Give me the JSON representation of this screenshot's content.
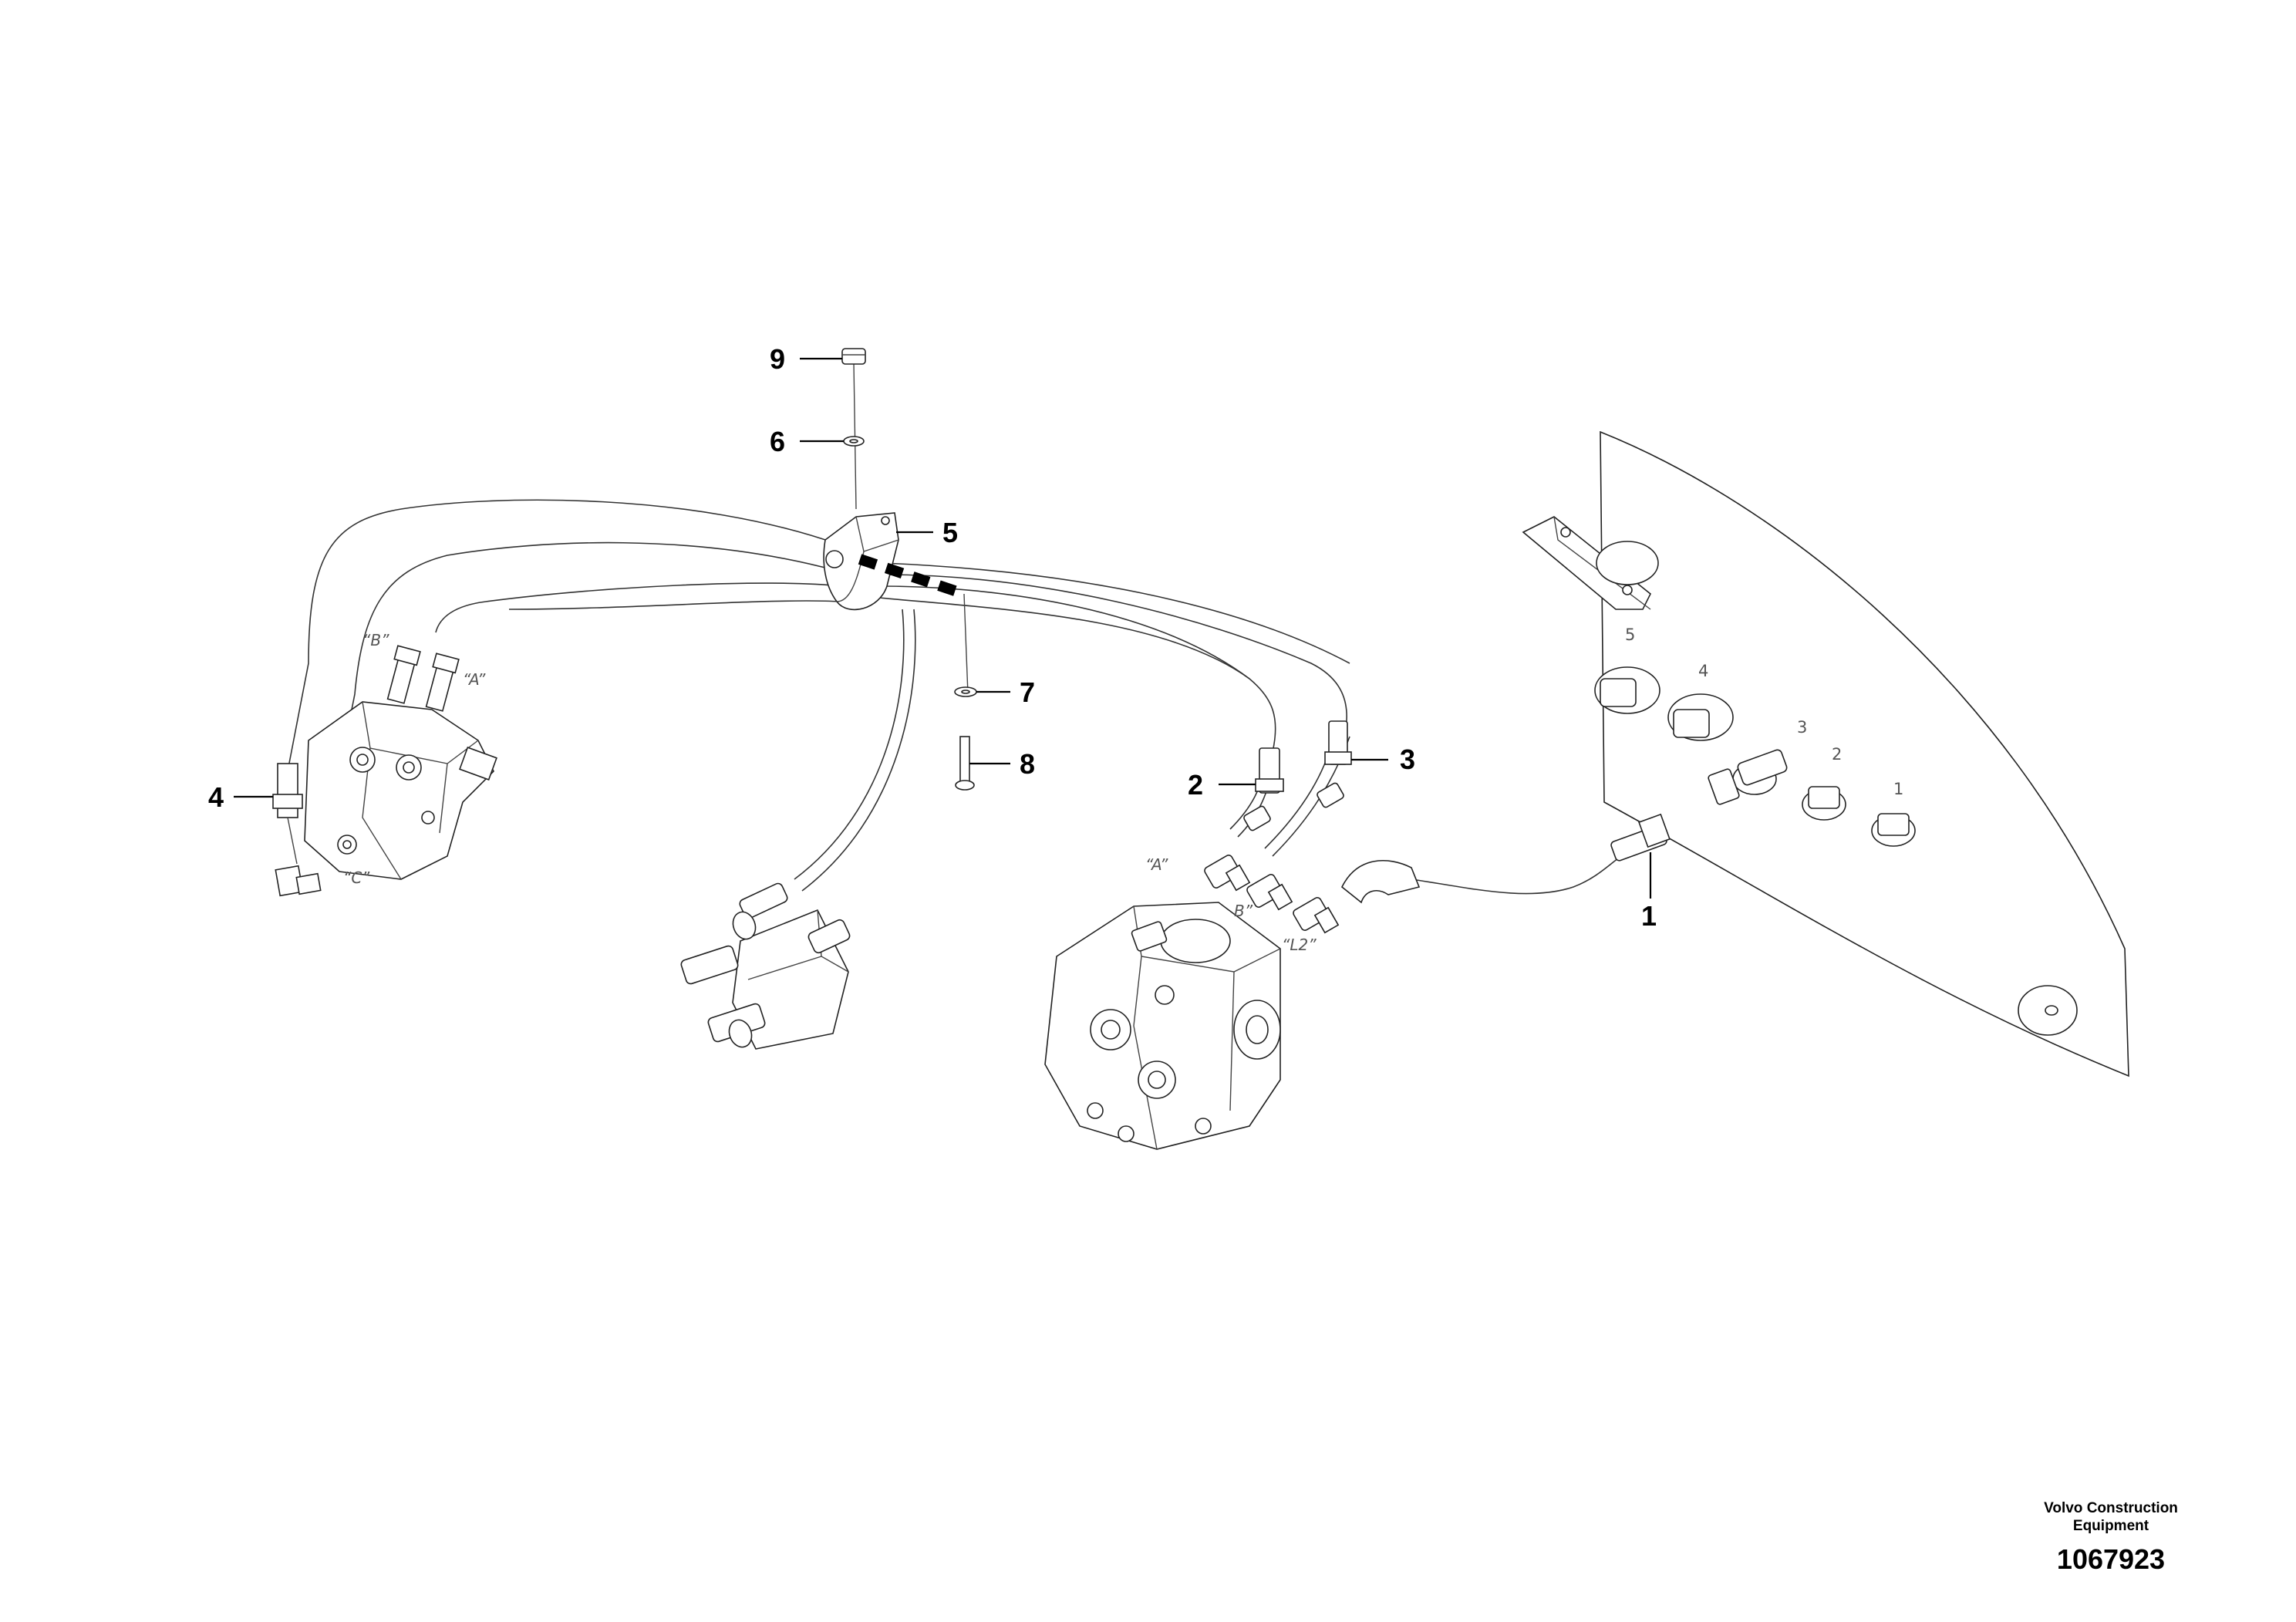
{
  "diagram": {
    "callouts": [
      "1",
      "2",
      "3",
      "4",
      "5",
      "6",
      "7",
      "8",
      "9"
    ],
    "port_labels": {
      "left_b": "“B”",
      "left_a": "“A”",
      "left_c": "“C”",
      "pump_a": "“A”",
      "pump_b": "B”",
      "pump_l2": "“L2”"
    },
    "panel_ports": [
      "1",
      "2",
      "3",
      "4",
      "5"
    ]
  },
  "footer": {
    "brand_line1": "Volvo Construction",
    "brand_line2": "Equipment",
    "drawing_number": "1067923"
  }
}
